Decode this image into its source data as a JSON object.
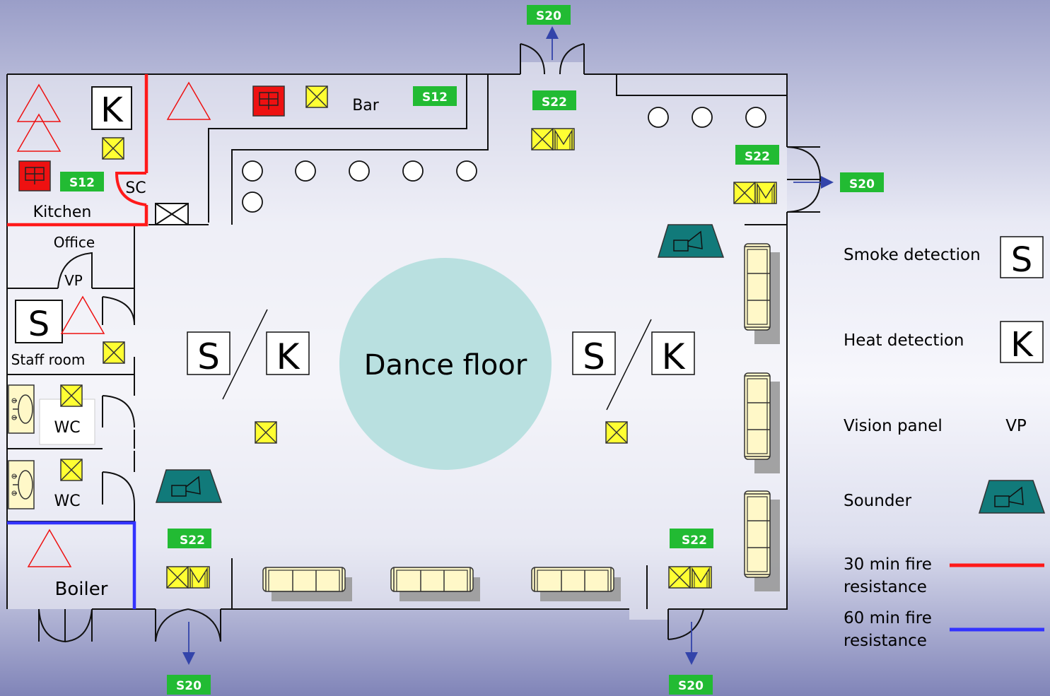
{
  "rooms": {
    "kitchen": "Kitchen",
    "sc": "SC",
    "bar": "Bar",
    "office": "Office",
    "vp": "VP",
    "staff_room": "Staff room",
    "wc1": "WC",
    "wc2": "WC",
    "boiler": "Boiler",
    "dance_floor": "Dance floor"
  },
  "detector_letters": {
    "smoke": "S",
    "heat": "K"
  },
  "signs": {
    "s12": "S12",
    "s20": "S20",
    "s22": "S22"
  },
  "legend": {
    "smoke_detection": "Smoke detection",
    "smoke_symbol": "S",
    "heat_detection": "Heat detection",
    "heat_symbol": "K",
    "vision_panel": "Vision panel",
    "vision_panel_symbol": "VP",
    "sounder": "Sounder",
    "fire30_line1": "30 min fire",
    "fire30_line2": "resistance",
    "fire60_line1": "60 min fire",
    "fire60_line2": "resistance"
  },
  "colors": {
    "fire_30": "#ff1a1a",
    "fire_60": "#3333ff",
    "exit_sign": "#22bb33",
    "call_point": "#ee1111",
    "sounder": "#117a7a",
    "dance_floor": "#b9e0e0",
    "beacon": "#ffff33",
    "sofa": "#fff8c8"
  }
}
